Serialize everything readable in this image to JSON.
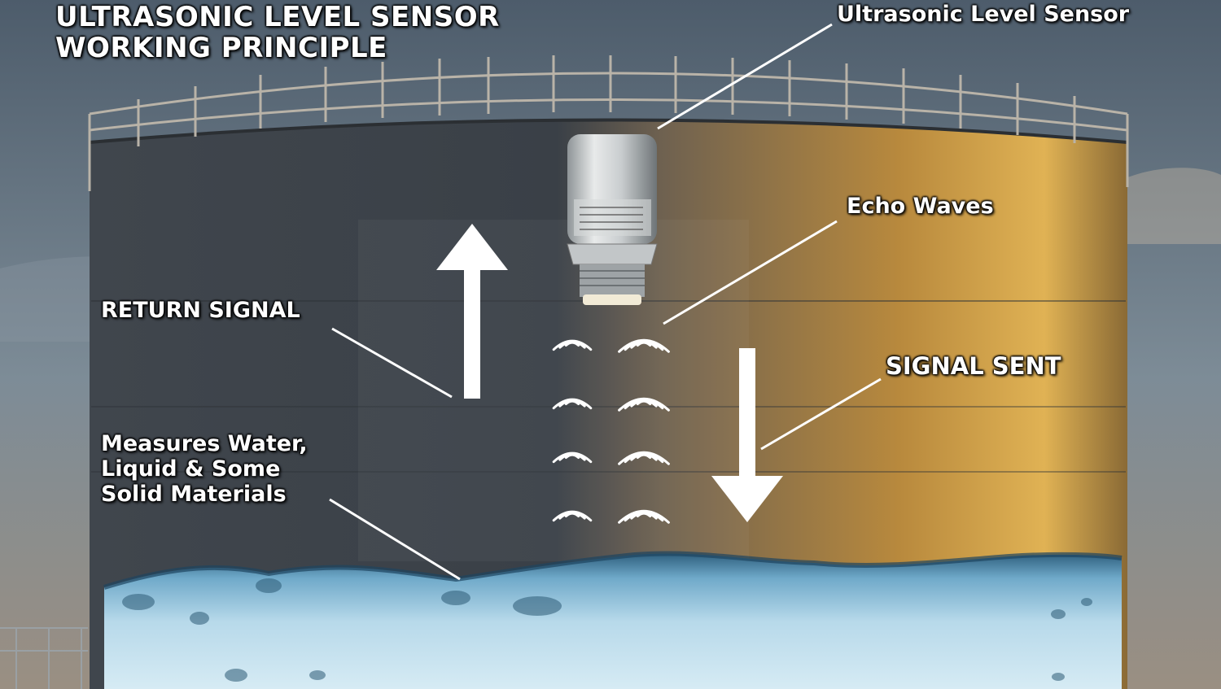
{
  "title": {
    "line1": "ULTRASONIC LEVEL SENSOR",
    "line2": "WORKING PRINCIPLE"
  },
  "labels": {
    "sensor": "Ultrasonic Level Sensor",
    "echo_waves": "Echo Waves",
    "return_signal": "RETURN SIGNAL",
    "signal_sent": "SIGNAL SENT",
    "measures": {
      "line1": "Measures Water,",
      "line2": "Liquid & Some",
      "line3": "Solid Materials"
    }
  },
  "colors": {
    "sky": "#5d6f80",
    "tank_shadow": "#3c4249",
    "tank_lit": "#c9963e",
    "water": "#a9d0e6",
    "arrows": "#ffffff"
  }
}
